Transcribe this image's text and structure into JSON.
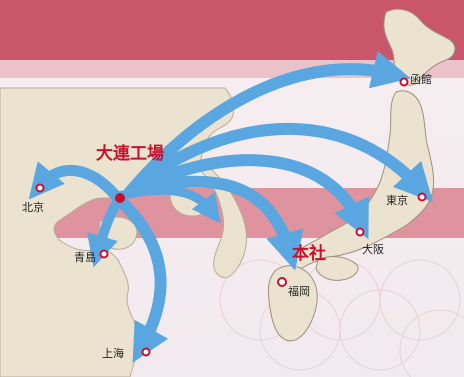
{
  "map": {
    "headline_labels": {
      "factory": "大連工場",
      "headquarters": "本社"
    },
    "cities": {
      "hakodate": "函館",
      "tokyo": "東京",
      "osaka": "大阪",
      "fukuoka": "福岡",
      "beijing": "北京",
      "qingdao": "青島",
      "shanghai": "上海"
    },
    "colors": {
      "accent": "#c8102e",
      "arrow": "#5aa6e0",
      "land": "#ebe3cf",
      "sea_band": "#c9566b",
      "marker": "#c8102e"
    }
  }
}
